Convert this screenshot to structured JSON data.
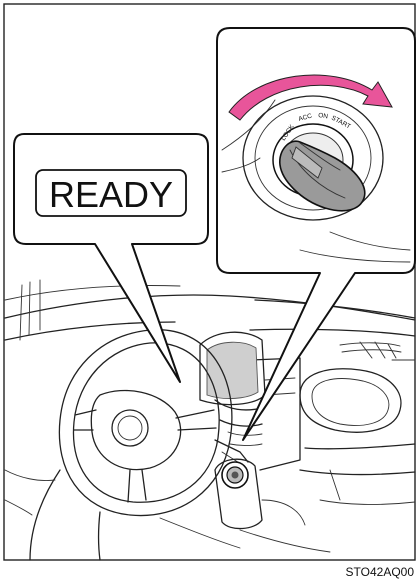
{
  "indicator": {
    "text": "READY"
  },
  "ignition": {
    "positions": [
      "LOCK",
      "ACC",
      "ON",
      "START"
    ],
    "arrow_color": "#e8559a"
  },
  "display_fill": "#cfcfcf",
  "figure_code": "STO42AQ00"
}
